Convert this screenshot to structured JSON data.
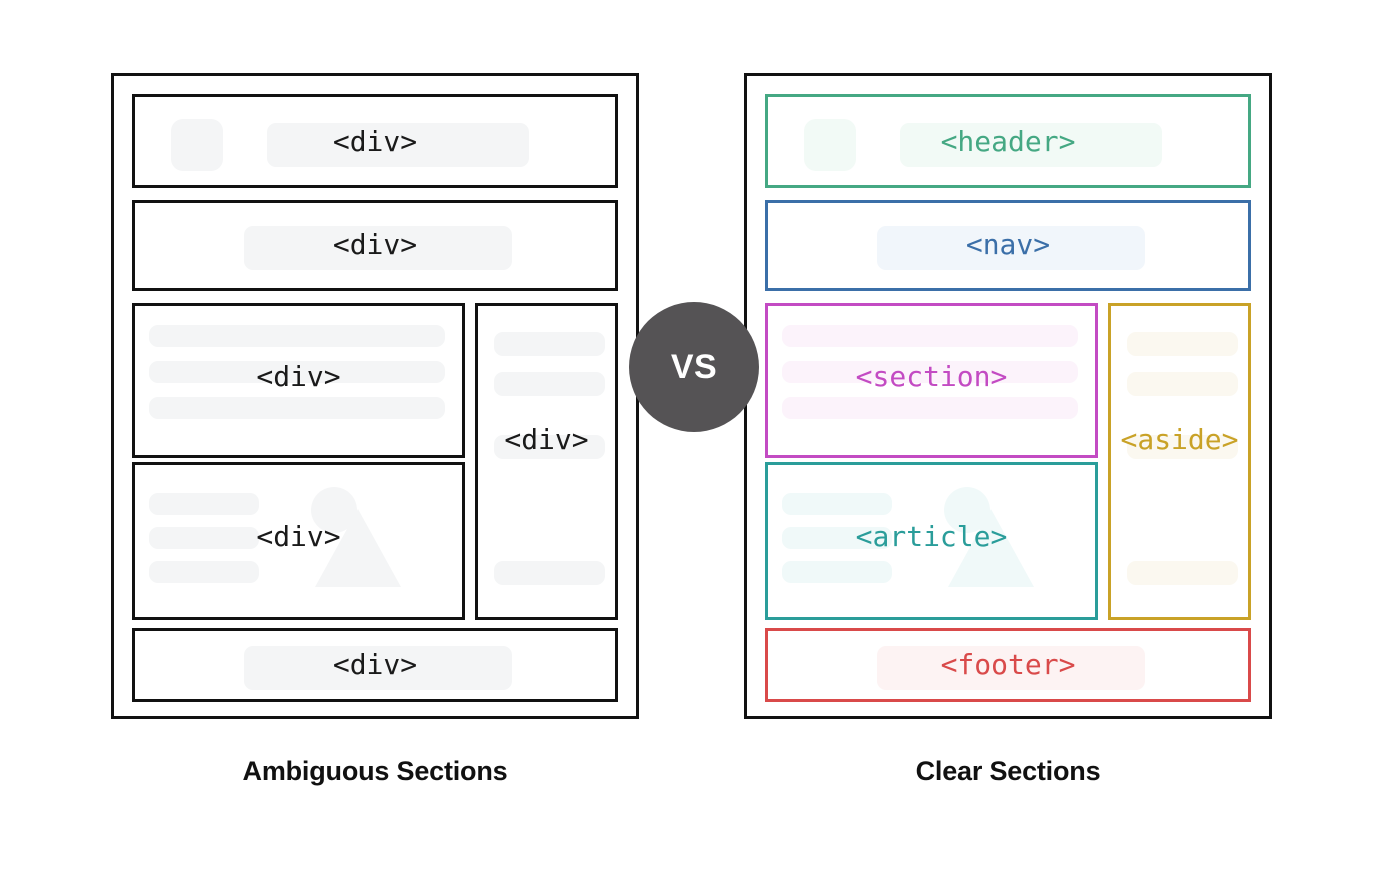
{
  "meta": {
    "vs_label": "VS",
    "vs_color": "#555355",
    "background": "#ffffff",
    "neutral_border": "#111111",
    "skeleton_color": "#f4f5f6"
  },
  "left_panel": {
    "caption": "Ambiguous Sections",
    "border_color": "#111111",
    "blocks": [
      {
        "id": "div-header",
        "label": "<div>",
        "color": "#1a1a1a"
      },
      {
        "id": "div-nav",
        "label": "<div>",
        "color": "#1a1a1a"
      },
      {
        "id": "div-section",
        "label": "<div>",
        "color": "#1a1a1a"
      },
      {
        "id": "div-article",
        "label": "<div>",
        "color": "#1a1a1a"
      },
      {
        "id": "div-aside",
        "label": "<div>",
        "color": "#1a1a1a"
      },
      {
        "id": "div-footer",
        "label": "<div>",
        "color": "#1a1a1a"
      }
    ]
  },
  "right_panel": {
    "caption": "Clear Sections",
    "border_color": "#111111",
    "blocks": [
      {
        "id": "header",
        "label": "<header>",
        "color": "#45A883",
        "fill": "#f2faf6"
      },
      {
        "id": "nav",
        "label": "<nav>",
        "color": "#3B6FA8",
        "fill": "#f1f6fb"
      },
      {
        "id": "section",
        "label": "<section>",
        "color": "#C34BC3",
        "fill": "#fcf3fb"
      },
      {
        "id": "article",
        "label": "<article>",
        "color": "#2A9D9A",
        "fill": "#f0f9f9"
      },
      {
        "id": "aside",
        "label": "<aside>",
        "color": "#C9A227",
        "fill": "#fbf8f0"
      },
      {
        "id": "footer",
        "label": "<footer>",
        "color": "#D94A4A",
        "fill": "#fdf3f3"
      }
    ]
  }
}
